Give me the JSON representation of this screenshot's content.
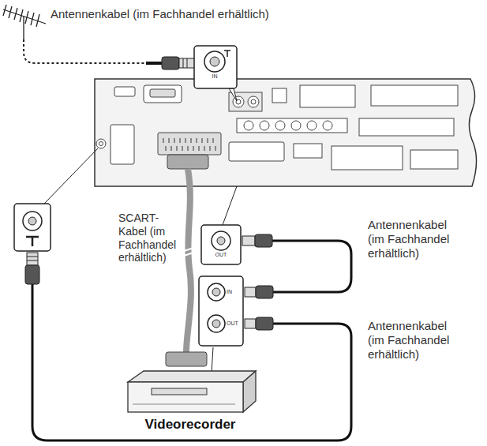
{
  "diagram": {
    "nodes": [
      {
        "text": [
          "Videorecorder"
        ]
      }
    ],
    "labels": [
      "Antennenkabel (im Fachhandel erhältlich)",
      "SCART-Kabel (im Fachhandel erhältlich)",
      "Antennenkabel (im Fachhandel erhältlich)",
      "Antennenkabel (im Fachhandel erhältlich)",
      "IN",
      "OUT",
      "IN",
      "OUT"
    ]
  }
}
